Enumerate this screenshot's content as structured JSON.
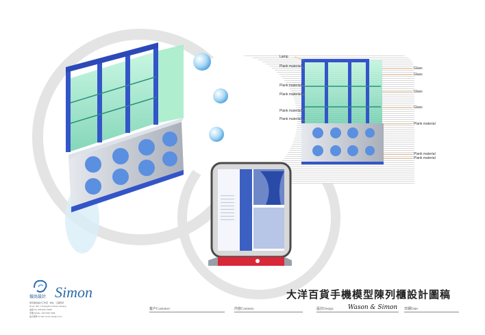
{
  "title": "大洋百貨手機模型陳列櫃設計圖稿",
  "logo": {
    "cn": "做尚設計",
    "en": "Simon"
  },
  "contact": [
    "南京做尚設計工作室 · 地址 · 江蘇南京",
    "Room 206, 7 Guangzhou Road, Nanjing",
    "電話 Tel: 025-8317-6099",
    "手機 Mobile: 139 5783 7686",
    "電子郵件 E-mail: simon-design.com"
  ],
  "footer": {
    "customer_label": "客户Customer:",
    "contents_label": "内容Contents:",
    "design_label": "設計Design:",
    "date_label": "日期Date:",
    "designer_signature": "Wason & Simon"
  },
  "callouts_left": [
    "Lamp",
    "Plank material",
    "Plank material",
    "Plank material",
    "Plank material",
    "Plank material"
  ],
  "callouts_right": [
    "Glass",
    "Glass",
    "Glass",
    "Glass",
    "Plank material",
    "Plank material",
    "Plank material"
  ],
  "colors": {
    "blue_frame": "#3355c8",
    "glass": "#8fe3c0",
    "cabinet": "#c9ced6",
    "circle": "#5b8fe0",
    "stand_red": "#d8283a"
  }
}
